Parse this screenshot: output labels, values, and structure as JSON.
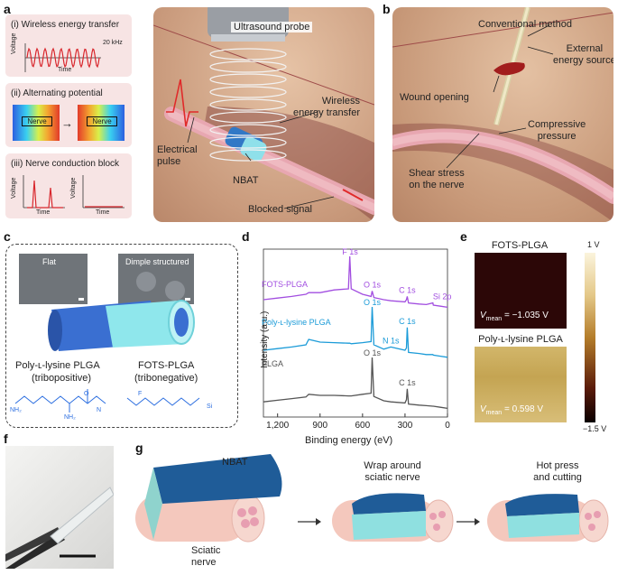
{
  "panel_labels": {
    "a": "a",
    "b": "b",
    "c": "c",
    "d": "d",
    "e": "e",
    "f": "f",
    "g": "g"
  },
  "panel_a": {
    "box1_title": "(i)  Wireless energy transfer",
    "box1_freq": "20 kHz",
    "box1_ylabel": "Voltage",
    "box1_xlabel": "Time",
    "box2_title": "(ii)  Alternating potential",
    "nerve_label_1": "Nerve",
    "nerve_label_2": "Nerve",
    "box3_title": "(iii)  Nerve conduction block",
    "box3_ylabel_1": "Voltage",
    "box3_xlabel_1": "Time",
    "box3_ylabel_2": "Voltage",
    "box3_xlabel_2": "Time",
    "probe": "Ultrasound probe",
    "wireless": "Wireless\nenergy transfer",
    "pulse": "Electrical\npulse",
    "nbat": "NBAT",
    "blocked": "Blocked signal"
  },
  "panel_b": {
    "conventional": "Conventional method",
    "external": "External\nenergy source",
    "wound": "Wound opening",
    "compressive": "Compressive\npressure",
    "shear": "Shear stress\non the nerve"
  },
  "panel_c": {
    "flat": "Flat",
    "dimple": "Dimple structured",
    "left_mat": "Poly-ʟ-lysine PLGA",
    "left_type": "(tribopositive)",
    "right_mat": "FOTS-PLGA",
    "right_type": "(tribonegative)",
    "nh2_a": "NH₂",
    "nh2_b": "NH₂",
    "nh": "N",
    "o": "O",
    "si": "Si",
    "f_atom": "F"
  },
  "panel_e": {
    "top_title": "FOTS-PLGA",
    "top_vmean": "V",
    "top_vmean_sub": "mean",
    "top_vmean_val": " = −1.035 V",
    "bottom_title": "Poly-ʟ-lysine PLGA",
    "bottom_vmean": "V",
    "bottom_vmean_sub": "mean",
    "bottom_vmean_val": " = 0.598 V",
    "scale_top": "1 V",
    "scale_bottom": "−1.5 V"
  },
  "panel_g": {
    "nbat": "NBAT",
    "sciatic": "Sciatic\nnerve",
    "step2": "Wrap around\nsciatic nerve",
    "step3": "Hot press\nand cutting"
  },
  "chart_data": {
    "type": "line",
    "xlabel": "Binding energy (eV)",
    "ylabel": "Intensity (a.u.)",
    "xlim": [
      1300,
      0
    ],
    "x_ticks": [
      "1,200",
      "900",
      "600",
      "300",
      "0"
    ],
    "x": [
      1300,
      1200,
      1100,
      1000,
      980,
      900,
      800,
      700,
      690,
      680,
      600,
      540,
      532,
      520,
      450,
      400,
      300,
      290,
      284,
      275,
      200,
      150,
      103,
      100,
      50,
      0
    ],
    "series": [
      {
        "name": "FOTS-PLGA",
        "color": "#a24ee0",
        "values": [
          0.2,
          0.23,
          0.26,
          0.3,
          0.33,
          0.33,
          0.38,
          0.4,
          1.0,
          0.4,
          0.3,
          0.26,
          0.36,
          0.24,
          0.2,
          0.18,
          0.16,
          0.2,
          0.26,
          0.14,
          0.12,
          0.11,
          0.14,
          0.1,
          0.08,
          0.06
        ]
      },
      {
        "name": "Poly-ʟ-lysine PLGA",
        "color": "#1b9bd8",
        "values": [
          0.2,
          0.23,
          0.26,
          0.3,
          0.4,
          0.35,
          0.34,
          0.33,
          0.33,
          0.32,
          0.34,
          0.36,
          1.0,
          0.3,
          0.22,
          0.26,
          0.2,
          0.24,
          0.62,
          0.16,
          0.14,
          0.12,
          0.12,
          0.11,
          0.09,
          0.07
        ]
      },
      {
        "name": "PLGA",
        "color": "#555555",
        "values": [
          0.18,
          0.21,
          0.24,
          0.27,
          0.32,
          0.3,
          0.3,
          0.29,
          0.29,
          0.29,
          0.32,
          0.34,
          1.0,
          0.28,
          0.2,
          0.18,
          0.16,
          0.22,
          0.42,
          0.14,
          0.12,
          0.11,
          0.1,
          0.1,
          0.08,
          0.06
        ]
      }
    ],
    "annotations": [
      {
        "text": "F 1s",
        "series": "FOTS-PLGA"
      },
      {
        "text": "O 1s",
        "series": "FOTS-PLGA"
      },
      {
        "text": "C 1s",
        "series": "FOTS-PLGA"
      },
      {
        "text": "Si 2p",
        "series": "FOTS-PLGA"
      },
      {
        "text": "O 1s",
        "series": "Poly-ʟ-lysine PLGA"
      },
      {
        "text": "N 1s",
        "series": "Poly-ʟ-lysine PLGA"
      },
      {
        "text": "C 1s",
        "series": "Poly-ʟ-lysine PLGA"
      },
      {
        "text": "O 1s",
        "series": "PLGA"
      },
      {
        "text": "C 1s",
        "series": "PLGA"
      }
    ],
    "grid": false
  }
}
